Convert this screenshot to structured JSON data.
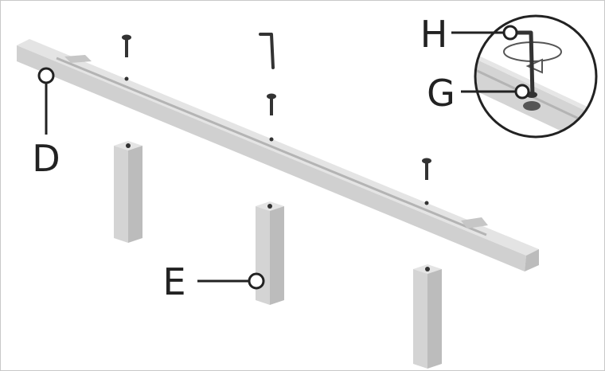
{
  "labels": {
    "beam": "D",
    "leg": "E",
    "screw": "G",
    "hex_key": "H"
  },
  "parts": [
    {
      "name": "D",
      "kind": "beam"
    },
    {
      "name": "E",
      "kind": "leg"
    },
    {
      "name": "G",
      "kind": "screw"
    },
    {
      "name": "H",
      "kind": "hex-key"
    }
  ],
  "colors": {
    "stroke": "#222222",
    "part_fill": "#d4d4d4",
    "part_shade": "#bcbcbc",
    "part_light": "#e4e4e4",
    "border": "#c8c8c8"
  }
}
